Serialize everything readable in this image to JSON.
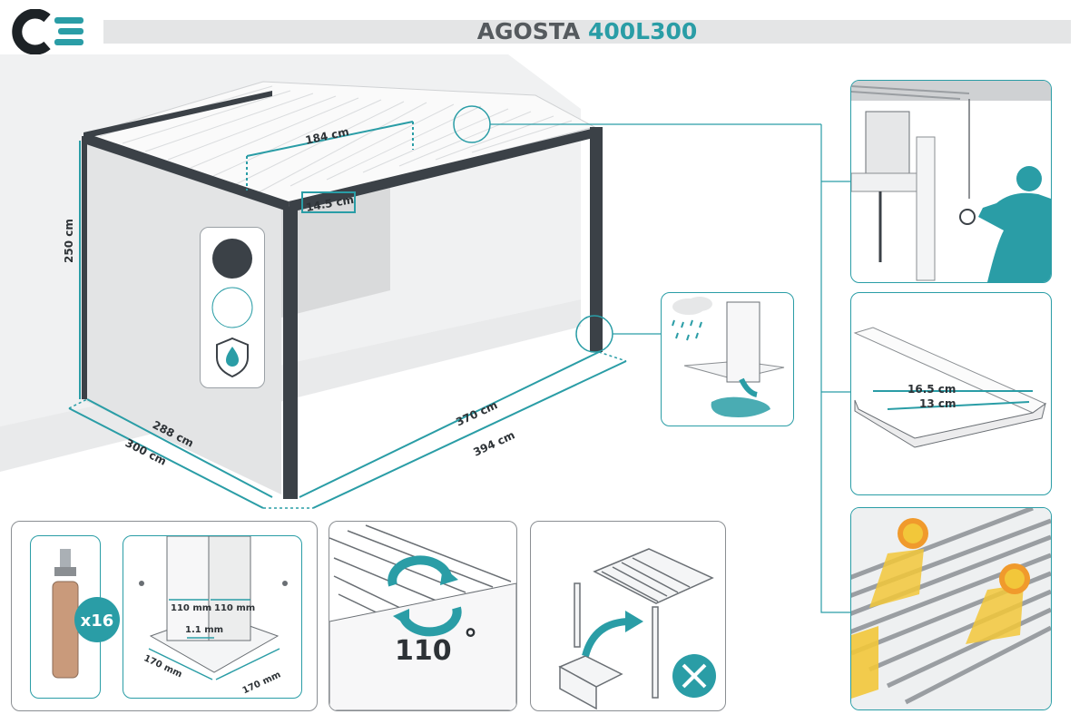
{
  "header": {
    "brand_logo_letters": "CE",
    "product_name": "AGOSTA",
    "model_code": "400L300"
  },
  "colors": {
    "accent": "#2a9da6",
    "frame": "#3b4147",
    "title_text": "#555a5e",
    "title_bar": "#e4e5e6",
    "sun": "#f2c73a"
  },
  "pergola": {
    "louver_opening": "184 cm",
    "beam_height": "14.5 cm",
    "height": "250 cm",
    "depth_inner": "288 cm",
    "depth_outer": "300 cm",
    "width_inner": "370 cm",
    "width_outer": "394 cm"
  },
  "color_options": [
    "anthracite",
    "white"
  ],
  "icons": [
    "water-protection-icon",
    "tools-icon",
    "rotate-icon"
  ],
  "louver_profile": {
    "width_outer": "16.5 cm",
    "width_inner": "13 cm"
  },
  "anchors": {
    "count": "x16"
  },
  "base_plate": {
    "post_side_a": "110 mm",
    "post_side_b": "110 mm",
    "wall_thickness": "1.1 mm",
    "plate_side_a": "170 mm",
    "plate_side_b": "170 mm"
  },
  "rotation": {
    "angle": "110",
    "unit": "°"
  }
}
